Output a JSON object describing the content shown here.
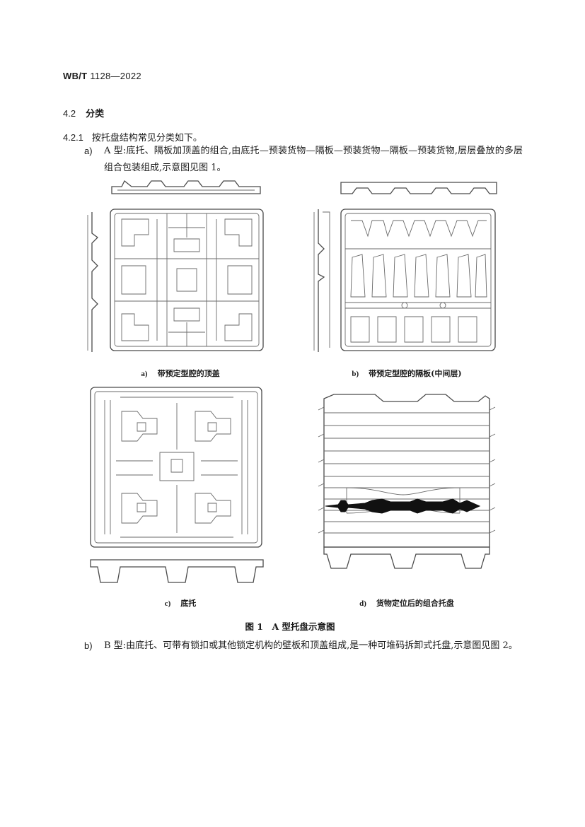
{
  "header": {
    "standard_code": "WB/T",
    "standard_num": "1128—2022"
  },
  "section": {
    "number": "4.2",
    "title": "分类"
  },
  "clause": {
    "number": "4.2.1",
    "text": "按托盘结构常见分类如下。"
  },
  "item_a": {
    "marker": "a)",
    "text": "A 型:底托、隔板加顶盖的组合,由底托—预装货物—隔板—预装货物—隔板—预装货物,层层叠放的多层组合包装组成,示意图见图 1。"
  },
  "figure": {
    "panels": [
      {
        "label": "a)",
        "caption": "带预定型腔的顶盖"
      },
      {
        "label": "b)",
        "caption": "带预定型腔的隔板(中间层)"
      },
      {
        "label": "c)",
        "caption": "底托"
      },
      {
        "label": "d)",
        "caption": "货物定位后的组合托盘"
      }
    ],
    "title": "图 1　A 型托盘示意图"
  },
  "item_b": {
    "marker": "b)",
    "text": "B 型:由底托、可带有锁扣或其他锁定机构的壁板和顶盖组成,是一种可堆码拆卸式托盘,示意图见图 2。"
  }
}
